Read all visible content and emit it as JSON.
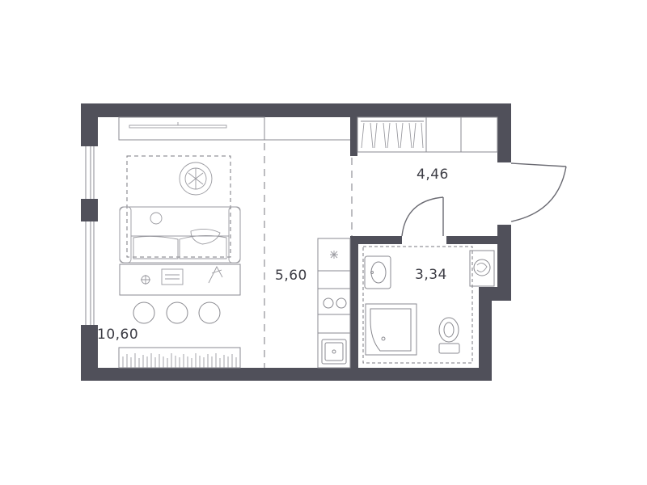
{
  "floor_plan": {
    "rooms": [
      {
        "id": "living-room",
        "area_label": "10,60"
      },
      {
        "id": "kitchen",
        "area_label": "5,60"
      },
      {
        "id": "hallway",
        "area_label": "4,46"
      },
      {
        "id": "bathroom",
        "area_label": "3,34"
      }
    ]
  },
  "colors": {
    "wall": "#50505a",
    "line": "#8a8a90",
    "text": "#3d3d45",
    "background": "#ffffff"
  }
}
